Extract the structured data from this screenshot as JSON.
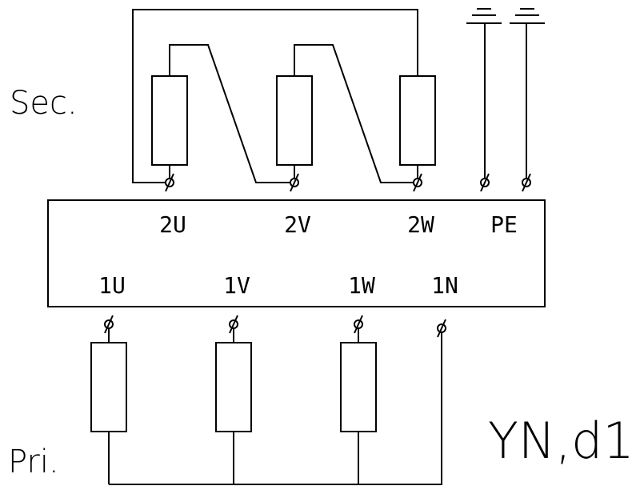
{
  "labels": {
    "secondary": "Sec.",
    "primary": "Pri.",
    "vector_group": "YN,d1"
  },
  "terminals": {
    "secondary": [
      "2U",
      "2V",
      "2W",
      "PE"
    ],
    "primary": [
      "1U",
      "1V",
      "1W",
      "1N"
    ]
  }
}
